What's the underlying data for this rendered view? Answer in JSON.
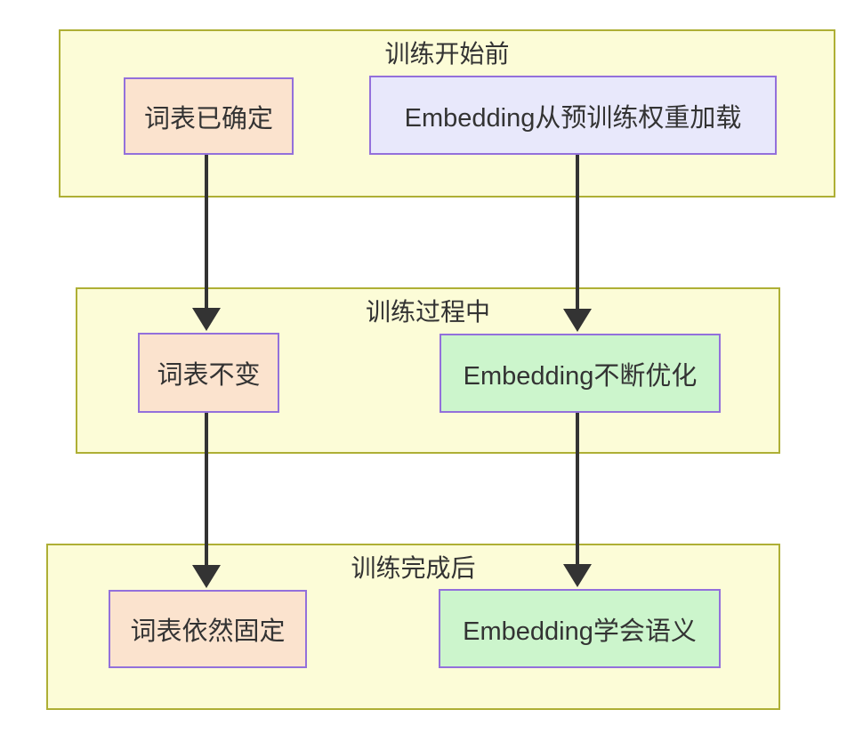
{
  "colors": {
    "background": "#FFFFFF",
    "stage-fill": "#FCFCD7",
    "stage-border": "#AEAF35",
    "node-border": "#9370DB",
    "vocab-fill": "#FBE3CE",
    "embed-pre-fill": "#E8E8FB",
    "embed-train-fill": "#CCF5CC",
    "arrow": "#333333",
    "text": "#333333"
  },
  "stages": [
    {
      "title": "训练开始前",
      "nodes": [
        {
          "label": "词表已确定"
        },
        {
          "label": "Embedding从预训练权重加载"
        }
      ]
    },
    {
      "title": "训练过程中",
      "nodes": [
        {
          "label": "词表不变"
        },
        {
          "label": "Embedding不断优化"
        }
      ]
    },
    {
      "title": "训练完成后",
      "nodes": [
        {
          "label": "词表依然固定"
        },
        {
          "label": "Embedding学会语义"
        }
      ]
    }
  ]
}
